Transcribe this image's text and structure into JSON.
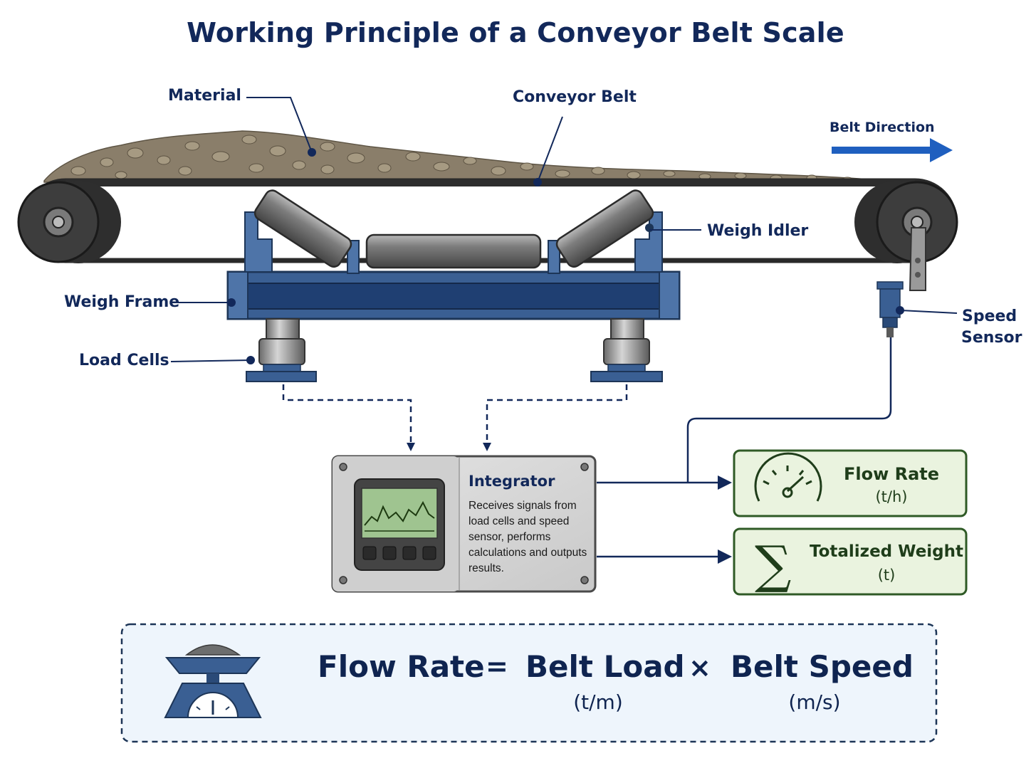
{
  "title": "Working Principle of a Conveyor Belt Scale",
  "labels": {
    "material": "Material",
    "conveyor_belt": "Conveyor Belt",
    "belt_direction": "Belt Direction",
    "weigh_idler": "Weigh Idler",
    "weigh_frame": "Weigh Frame",
    "load_cells": "Load Cells",
    "speed_sensor_line1": "Speed",
    "speed_sensor_line2": "Sensor"
  },
  "integrator": {
    "title": "Integrator",
    "description": "Receives signals from load cells and speed sensor, performs calculations and outputs results."
  },
  "outputs": {
    "flow_rate": {
      "label": "Flow Rate",
      "unit": "(t/h)",
      "icon": "gauge-icon"
    },
    "totalized_weight": {
      "label": "Totalized Weight",
      "unit": "(t)",
      "icon": "sigma-icon"
    }
  },
  "formula": {
    "lhs": "Flow Rate",
    "equals": "=",
    "term1": "Belt Load",
    "operator": "×",
    "term2": "Belt Speed",
    "term1_unit": "(t/m)",
    "term2_unit": "(m/s)",
    "icon": "weighing-scale-icon"
  },
  "colors": {
    "title": "#12285a",
    "frame_blue": "#3a5f93",
    "arrow_blue": "#1f5fbf",
    "output_green_bg": "#eaf3df",
    "output_green_border": "#2f5a26",
    "formula_bg": "#eef5fc"
  }
}
